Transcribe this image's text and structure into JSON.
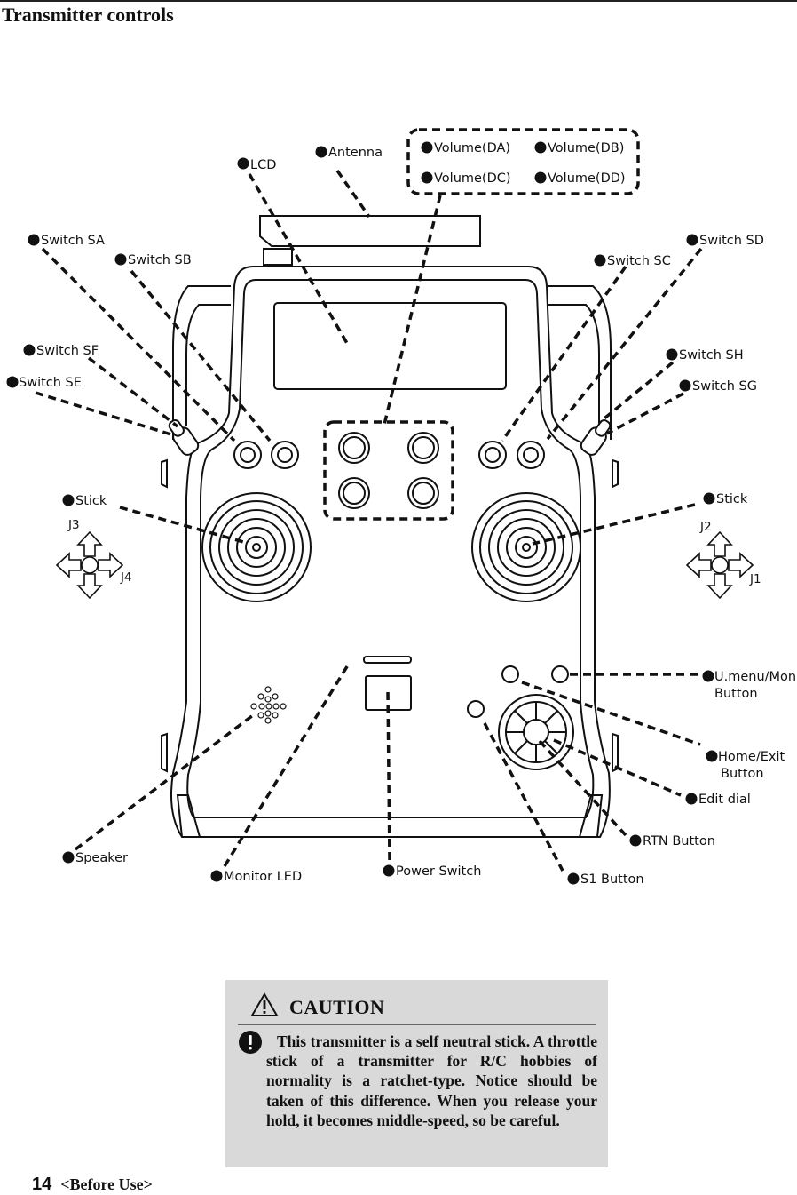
{
  "page_title": "Transmitter controls",
  "labels": {
    "lcd": "LCD",
    "antenna": "Antenna",
    "volume_da": "Volume(DA)",
    "volume_db": "Volume(DB)",
    "volume_dc": "Volume(DC)",
    "volume_dd": "Volume(DD)",
    "switch_sa": "Switch SA",
    "switch_sb": "Switch SB",
    "switch_sc": "Switch SC",
    "switch_sd": "Switch SD",
    "switch_sf": "Switch SF",
    "switch_se": "Switch SE",
    "switch_sh": "Switch SH",
    "switch_sg": "Switch SG",
    "stick_left": "Stick",
    "stick_right": "Stick",
    "umenu_line1": "U.menu/Mon",
    "umenu_line2": "Button",
    "home_line1": "Home/Exit",
    "home_line2": "Button",
    "edit_dial": "Edit dial",
    "rtn_button": "RTN Button",
    "speaker": "Speaker",
    "monitor_led": "Monitor LED",
    "power_switch": "Power Switch",
    "s1_button": "S1 Button"
  },
  "stick_axes": {
    "left_vertical": "J3",
    "left_horizontal": "J4",
    "right_vertical": "J2",
    "right_horizontal": "J1"
  },
  "caution": {
    "title": "CAUTION",
    "text": "This transmitter is a self neutral stick. A throttle stick of a transmitter for R/C hobbies of normality is a ratchet-type. Notice should be taken of this difference. When you release your hold, it becomes middle-speed, so be careful."
  },
  "footer": {
    "page_number": "14",
    "section": "<Before Use>"
  },
  "colors": {
    "ink": "#111111",
    "caution_background": "#d9d9d9"
  }
}
